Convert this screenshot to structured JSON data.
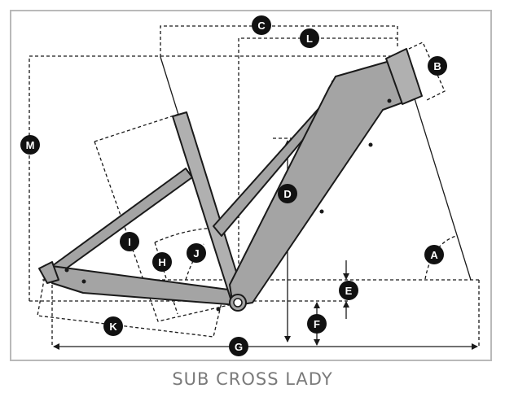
{
  "title": "SUB CROSS LADY",
  "labels": {
    "a": "A",
    "b": "B",
    "c": "C",
    "d": "D",
    "e": "E",
    "f": "F",
    "g": "G",
    "h": "H",
    "i": "I",
    "j": "J",
    "k": "K",
    "l": "L",
    "m": "M"
  },
  "colors": {
    "frame_fill": "#a4a4a4",
    "outline": "#1a1a1a",
    "badge": "#111111",
    "border": "#b9b9b9",
    "caption": "#7a7a7a"
  }
}
